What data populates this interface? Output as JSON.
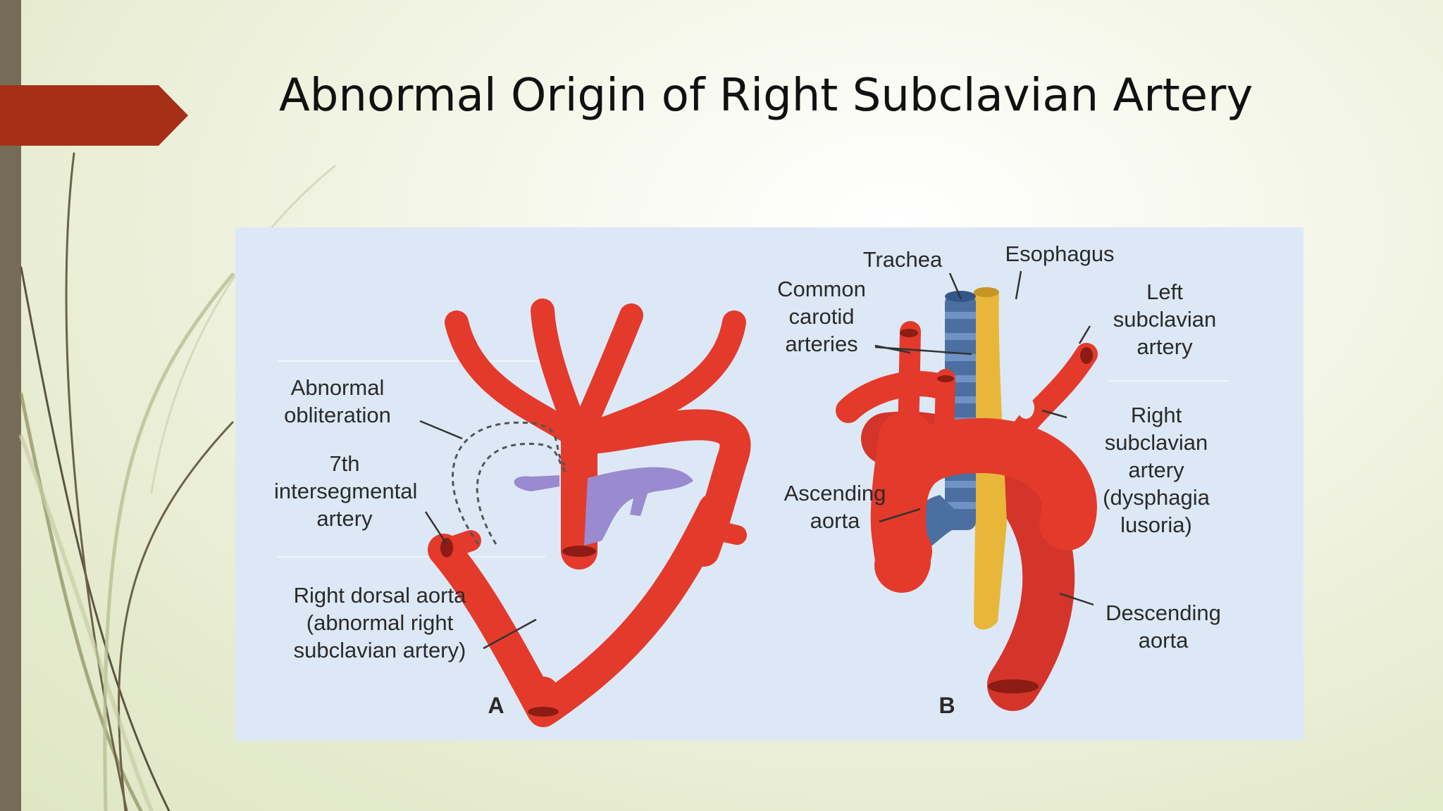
{
  "slide": {
    "title": "Abnormal Origin of Right Subclavian Artery"
  },
  "figure": {
    "panel_a": {
      "letter": "A",
      "labels": {
        "abnormal_obliteration": [
          "Abnormal",
          "obliteration"
        ],
        "intersegmental_artery": [
          "7th",
          "intersegmental",
          "artery"
        ],
        "right_dorsal_aorta": [
          "Right dorsal aorta",
          "(abnormal right",
          "subclavian artery)"
        ]
      }
    },
    "panel_b": {
      "letter": "B",
      "labels": {
        "trachea": [
          "Trachea"
        ],
        "esophagus": [
          "Esophagus"
        ],
        "common_carotid": [
          "Common",
          "carotid",
          "arteries"
        ],
        "left_subclavian": [
          "Left",
          "subclavian",
          "artery"
        ],
        "right_subclavian": [
          "Right",
          "subclavian",
          "artery",
          "(dysphagia",
          "lusoria)"
        ],
        "ascending_aorta": [
          "Ascending",
          "aorta"
        ],
        "descending_aorta": [
          "Descending",
          "aorta"
        ]
      }
    },
    "colors": {
      "artery": "#e43a2b",
      "artery_shade": "#b02418",
      "pulmonary": "#9a8ad0",
      "trachea": "#4a6fa0",
      "esophagus": "#e8b73a",
      "panel_bg": "#dde8f6",
      "title_arrow": "#a63017"
    }
  }
}
